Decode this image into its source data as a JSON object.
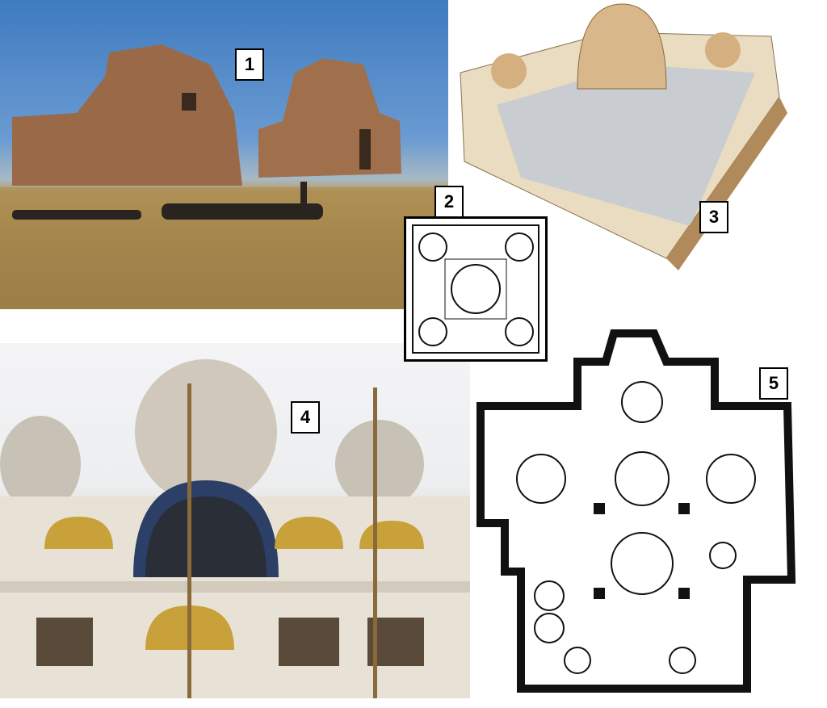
{
  "labels": {
    "one": "1",
    "two": "2",
    "three": "3",
    "four": "4",
    "five": "5"
  },
  "colors": {
    "sky": "#3f7bc0",
    "ruin": "#9a6a48",
    "ground": "#9c7d45",
    "plan_ink": "#111111",
    "marble": "#e8e2d6",
    "gold": "#c9a13a"
  }
}
